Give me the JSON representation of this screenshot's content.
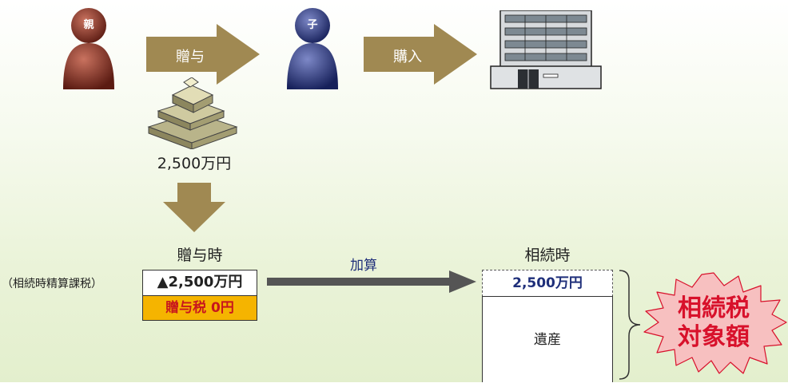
{
  "top_row": {
    "parent_label": "親",
    "child_label": "子",
    "gift_label": "贈与",
    "purchase_label": "購入",
    "money_amount": "2,500万円"
  },
  "bottom_row": {
    "gift_time_label": "贈与時",
    "system_label": "（相続時精算課税）",
    "deduction_amount": "▲2,500万円",
    "gift_tax": "贈与税 0円",
    "add_label": "加算",
    "inheritance_time_label": "相続時",
    "inherit_amount": "2,500万円",
    "estate_label": "遺産",
    "badge_line1": "相続税",
    "badge_line2": "対象額"
  },
  "colors": {
    "arrow": "#a08952",
    "parent": "#7a2b20",
    "child": "#1e2a6e",
    "badge_fill": "#f7c0c0",
    "badge_text": "#d8112b",
    "tax_fill": "#f5b400",
    "connector": "#555555"
  }
}
